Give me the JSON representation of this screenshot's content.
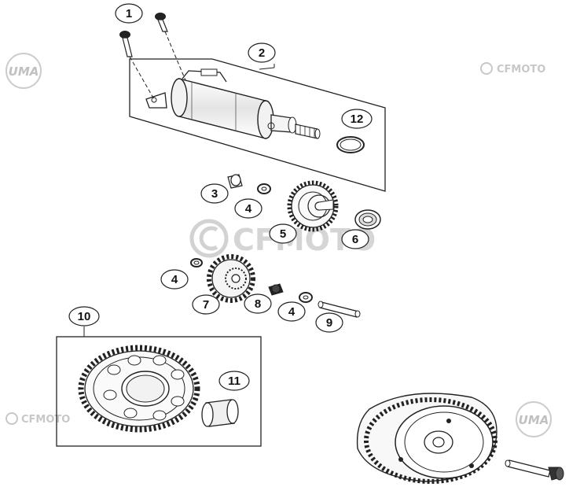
{
  "watermarks": {
    "brand": "CFMOTO",
    "badge": "UMA"
  },
  "callouts": [
    {
      "id": "1",
      "label": "1"
    },
    {
      "id": "2",
      "label": "2"
    },
    {
      "id": "3",
      "label": "3"
    },
    {
      "id": "4a",
      "label": "4"
    },
    {
      "id": "5",
      "label": "5"
    },
    {
      "id": "6",
      "label": "6"
    },
    {
      "id": "4b",
      "label": "4"
    },
    {
      "id": "7",
      "label": "7"
    },
    {
      "id": "8",
      "label": "8"
    },
    {
      "id": "4c",
      "label": "4"
    },
    {
      "id": "9",
      "label": "9"
    },
    {
      "id": "10",
      "label": "10"
    },
    {
      "id": "11",
      "label": "11"
    },
    {
      "id": "12",
      "label": "12"
    }
  ],
  "icons": {
    "brand_logo": "cfmoto-logo-icon",
    "badge_logo": "uma-badge-icon"
  }
}
